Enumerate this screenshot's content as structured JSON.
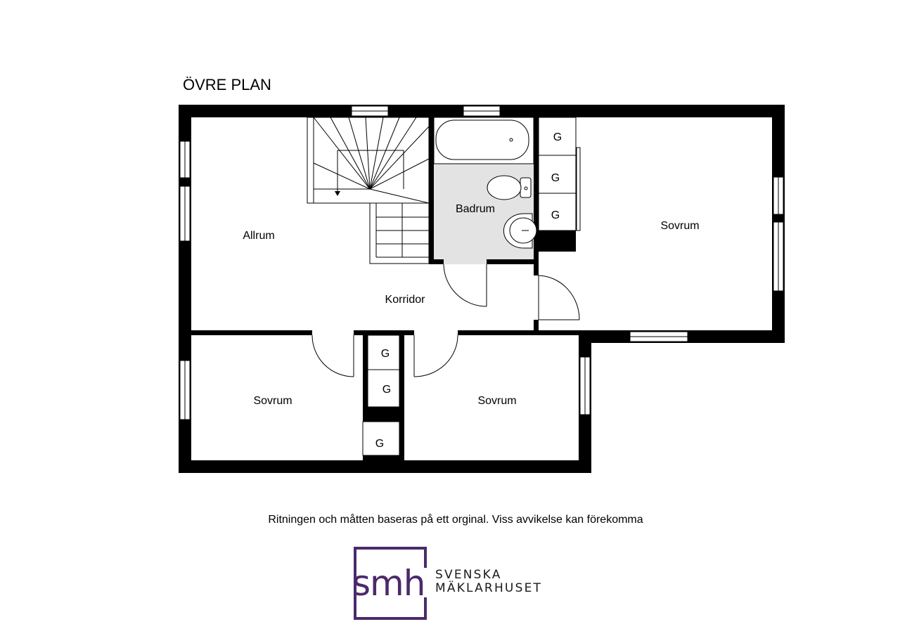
{
  "plan_title": "ÖVRE PLAN",
  "rooms": {
    "allrum": "Allrum",
    "badrum": "Badrum",
    "korridor": "Korridor",
    "sovrum_right": "Sovrum",
    "sovrum_bottom_left": "Sovrum",
    "sovrum_bottom_mid": "Sovrum"
  },
  "closets": [
    "G",
    "G",
    "G",
    "G",
    "G",
    "G"
  ],
  "disclaimer": "Ritningen och måtten baseras på ett orginal. Viss avvikelse kan förekomma",
  "logo": {
    "mark": "smh",
    "line1": "SVENSKA",
    "line2": "MÄKLARHUSET",
    "color": "#4b2a6b"
  },
  "colors": {
    "wall": "#000000",
    "bath_floor": "#e3e3e3"
  }
}
